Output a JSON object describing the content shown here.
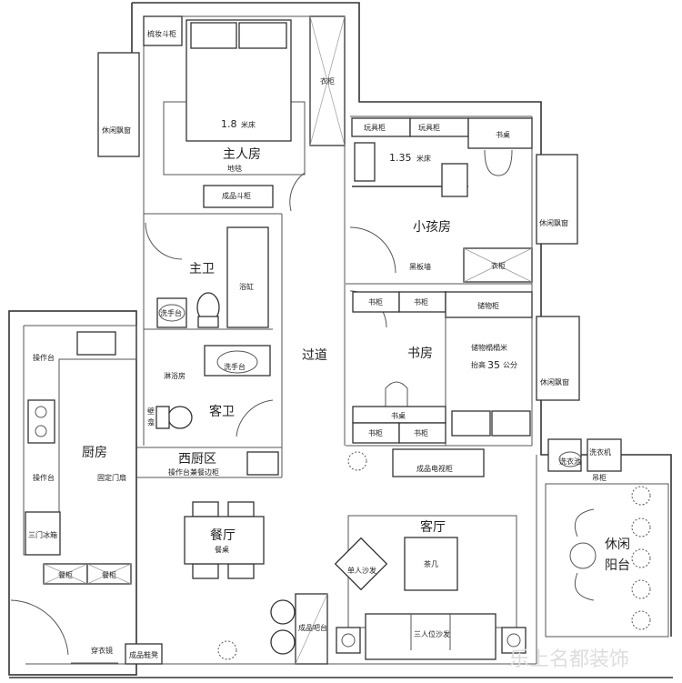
{
  "rooms": {
    "master_bedroom": "主人房",
    "child_room": "小孩房",
    "master_bath": "主卫",
    "guest_bath": "客卫",
    "corridor": "过道",
    "study": "书房",
    "kitchen": "厨房",
    "western_kitchen": "西厨区",
    "dining": "餐厅",
    "living": "客厅",
    "balcony_line1": "休闲",
    "balcony_line2": "阳台"
  },
  "furniture": {
    "dresser": "梳妆斗柜",
    "bed_master": "1.8",
    "bed_master_unit": "米床",
    "rug": "地毯",
    "wardrobe": "衣柜",
    "chest": "成品斗柜",
    "bay_window": "休闲飘窗",
    "toy_cabinet": "玩具柜",
    "desk": "书桌",
    "bed_child": "1.35",
    "bed_child_unit": "米床",
    "blackboard": "黑板墙",
    "bathtub": "浴缸",
    "washbasin": "洗手台",
    "shower": "淋浴房",
    "toilet_shelf_1": "壁",
    "toilet_shelf_2": "龛",
    "bookcase": "书柜",
    "storage_cabinet": "储物柜",
    "tatami_line1": "储物榻榻米",
    "tatami_line2_prefix": "抬高",
    "tatami_height": "35",
    "tatami_unit": "公分",
    "tv_cabinet": "成品电视柜",
    "laundry_sink": "洗衣池",
    "washer": "洗衣机",
    "wall_cabinet": "吊柜",
    "counter": "操作台",
    "fixed_door": "固定门扇",
    "western_counter": "操作台兼餐边柜",
    "fridge": "三门冰箱",
    "sideboard": "餐柜",
    "dining_table": "餐桌",
    "bar": "成品吧台",
    "mirror": "穿衣镜",
    "shoe_bench": "成品鞋凳",
    "single_sofa": "单人沙发",
    "coffee_table": "茶几",
    "three_seat_sofa": "三人位沙发"
  },
  "watermark": "乐上名都装饰"
}
